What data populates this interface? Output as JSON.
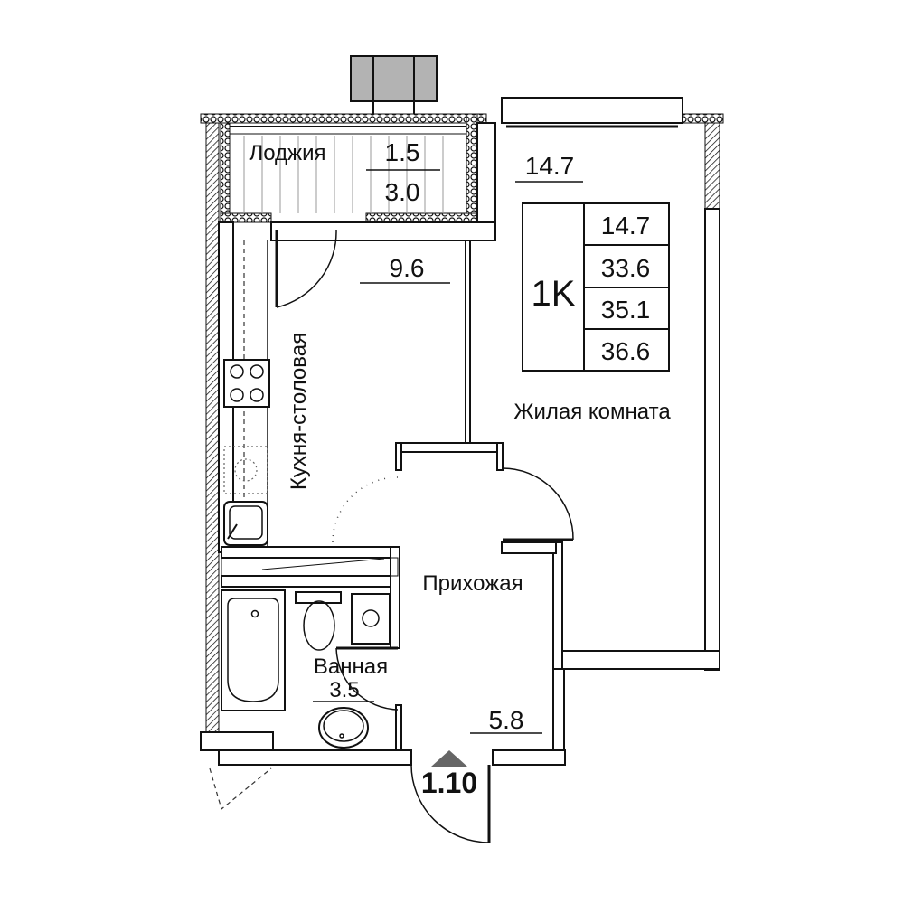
{
  "rooms": {
    "loggia": {
      "label": "Лоджия",
      "area": "1.5",
      "area_full": "3.0"
    },
    "living": {
      "label": "Жилая комната",
      "area": "14.7"
    },
    "kitchen": {
      "label": "Кухня-столовая",
      "area": "9.6"
    },
    "hall": {
      "label": "Прихожая",
      "area": "5.8"
    },
    "bath": {
      "label": "Ванная",
      "area": "3.5"
    }
  },
  "summary": {
    "type": "1K",
    "living_area": "14.7",
    "total_without_loggia": "33.6",
    "total_with_loggia_reduced": "35.1",
    "total_with_loggia": "36.6"
  },
  "apartment_number": "1.10",
  "colors": {
    "line": "#111111",
    "radiator": "#b3b3b3",
    "entry_marker": "#666666"
  }
}
